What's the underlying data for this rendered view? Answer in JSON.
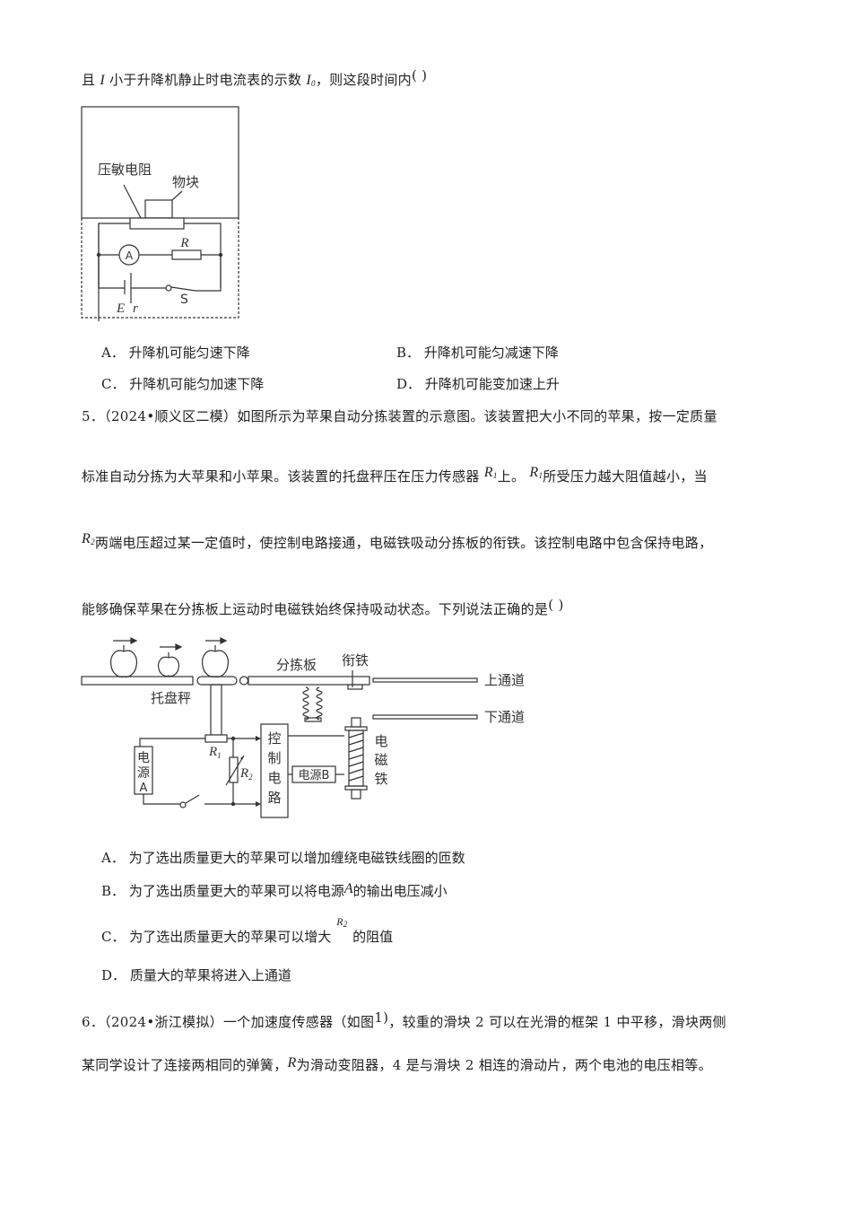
{
  "q4": {
    "stem_tail": {
      "part1": "且",
      "var_I": "I",
      "part2": "小于升降机静止时电流表的示数",
      "var_I0": "I",
      "var_I0_sub": "0",
      "part3": "，则这段时间内",
      "blank": "(        )"
    },
    "figure": {
      "label_resistor": "压敏电阻",
      "label_block": "物块",
      "label_ammeter": "A",
      "label_R": "R",
      "label_S": "S",
      "label_E": "E",
      "label_r": "r"
    },
    "options": [
      {
        "key": "A．",
        "text": "升降机可能匀速下降"
      },
      {
        "key": "B．",
        "text": "升降机可能匀减速下降"
      },
      {
        "key": "C．",
        "text": "升降机可能匀加速下降"
      },
      {
        "key": "D．",
        "text": "升降机可能变加速上升"
      }
    ]
  },
  "q5": {
    "number": "5．",
    "source": "（2024•顺义区二模）",
    "line1": "如图所示为苹果自动分拣装置的示意图。该装置把大小不同的苹果，按一定质量",
    "line2a": "标准自动分拣为大苹果和小苹果。该装置的托盘秤压在压力传感器",
    "line2_R": "R",
    "line2_R_sub": "1",
    "line2b": "上。",
    "line2_R2": "R",
    "line2_R2_sub": "1",
    "line2c": "所受压力越大阻值越小，当",
    "line3_R": "R",
    "line3_R_sub": "2",
    "line3": "两端电压超过某一定值时，使控制电路接通，电磁铁吸动分拣板的衔铁。该控制电路中包含保持电路，",
    "line4": "能够确保苹果在分拣板上运动时电磁铁始终保持吸动状态。下列说法正确的是",
    "blank": "(        )",
    "figure": {
      "label_tray": "托盘秤",
      "label_sorter": "分拣板",
      "label_armature": "衔铁",
      "label_upper": "上通道",
      "label_lower": "下通道",
      "label_control": [
        "控",
        "制",
        "电",
        "路"
      ],
      "label_power_a": [
        "电",
        "源",
        "A"
      ],
      "label_power_b": "电源B",
      "label_magnet": [
        "电",
        "磁",
        "铁"
      ],
      "label_R1": "R",
      "label_R1_sub": "1",
      "label_R2": "R",
      "label_R2_sub": "2"
    },
    "options": [
      {
        "key": "A．",
        "text": "为了选出质量更大的苹果可以增加缠绕电磁铁线圈的匝数"
      },
      {
        "key": "B．",
        "text_a": "为了选出质量更大的苹果可以将电源",
        "var": "A",
        "text_b": "的输出电压减小"
      },
      {
        "key": "C．",
        "text_a": "为了选出质量更大的苹果可以增大",
        "var": "R",
        "var_sub": "2",
        "text_b": "的阻值"
      },
      {
        "key": "D．",
        "text": "质量大的苹果将进入上通道"
      }
    ]
  },
  "q6": {
    "number": "6．",
    "source": "（2024•浙江模拟）",
    "line1a": "一个加速度传感器（如图",
    "line1_fig": "1)",
    "line1b": "，较重的滑块 2 可以在光滑的框架 1 中平移，滑块两侧",
    "line2a": "某同学设计了连接两相同的弹簧，",
    "line2_R": "R",
    "line2b": "为滑动变阻器，4 是与滑块 2 相连的滑动片，两个电池的电压相等。"
  }
}
